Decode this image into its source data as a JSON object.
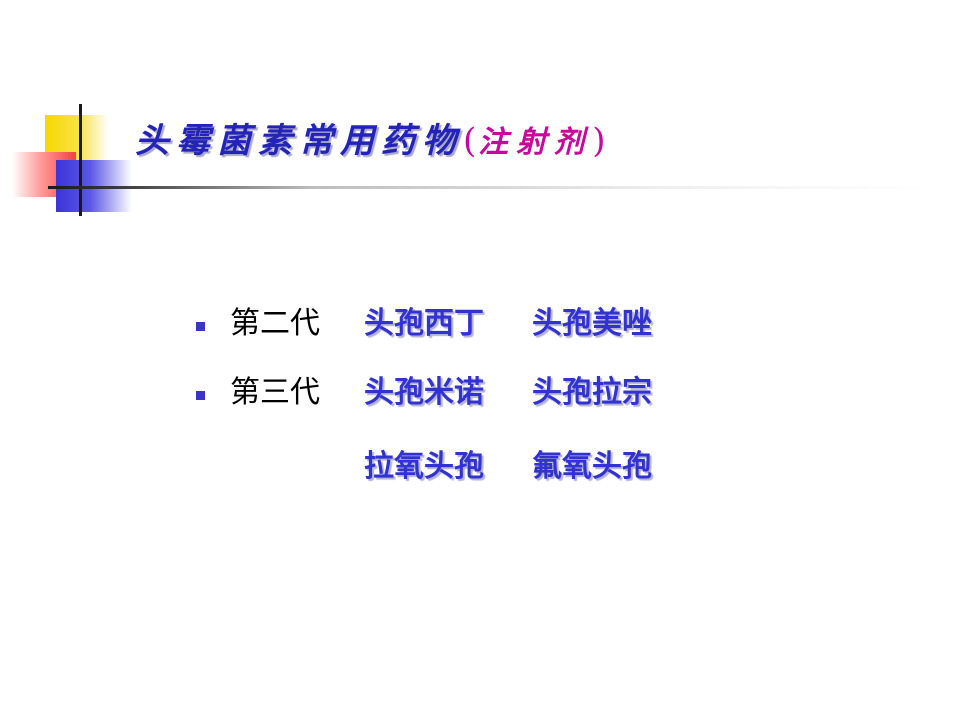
{
  "slide": {
    "title_main": "头霉菌素常用药物",
    "title_paren_open": "(",
    "title_sub": "注射剂",
    "title_paren_close": ")",
    "rows": [
      {
        "generation": "第二代",
        "drugs": [
          "头孢西丁",
          "头孢美唑"
        ]
      },
      {
        "generation": "第三代",
        "drugs": [
          "头孢米诺",
          "头孢拉宗"
        ]
      },
      {
        "generation": "",
        "drugs": [
          "拉氧头孢",
          "氟氧头孢"
        ]
      }
    ],
    "colors": {
      "title": "#2323b8",
      "subtitle": "#c8089a",
      "drug": "#3232d2",
      "bullet": "#3a35c8",
      "deco_yellow": "#f6d800",
      "deco_red": "#f24040",
      "deco_blue": "#3a35d6"
    }
  }
}
